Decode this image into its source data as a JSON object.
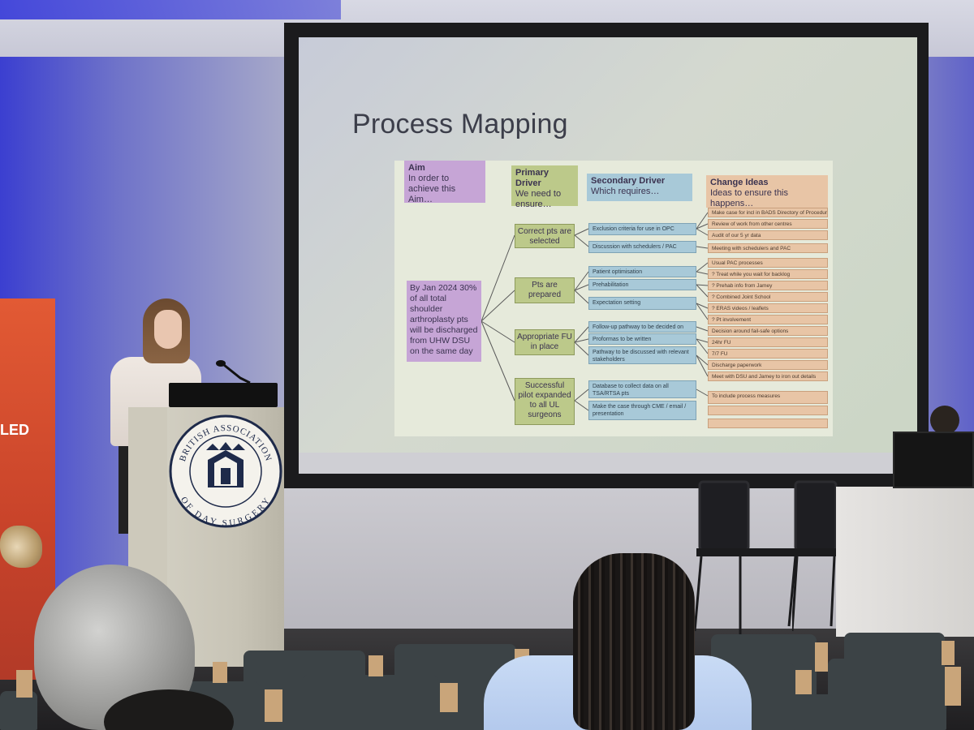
{
  "slide": {
    "title": "Process Mapping",
    "headers": {
      "aim_title": "Aim",
      "aim_text": "In order to achieve this Aim…",
      "primary_title": "Primary Driver",
      "primary_text": "We need to ensure…",
      "secondary_title": "Secondary Driver",
      "secondary_text": "Which requires…",
      "change_title": "Change Ideas",
      "change_text": "Ideas to ensure this happens…"
    },
    "aim": "By Jan 2024 30% of all total shoulder arthroplasty pts will be discharged from UHW DSU on the same day",
    "primary_drivers": [
      "Correct pts are selected",
      "Pts are prepared",
      "Appropriate FU in place",
      "Successful pilot expanded to all UL surgeons"
    ],
    "secondary_drivers": [
      "Exclusion criteria for use in OPC",
      "Discussion with schedulers / PAC",
      "Patient optimisation",
      "Prehabilitation",
      "Expectation setting",
      "Follow-up pathway to be decided on",
      "Proformas to be written",
      "Pathway to be discussed with relevant stakeholders",
      "Database to collect data on all TSA/RTSA pts",
      "Make the case through CME / email / presentation"
    ],
    "change_ideas": [
      "Make case for incl in BADS Directory of Procedures",
      "Review of work from other centres",
      "Audit of our 5 yr data",
      "Meeting with schedulers and PAC",
      "Usual PAC processes",
      "? Treat while you wait for backlog",
      "? Prehab info from Jamey",
      "? Combined Joint School",
      "? ERAS videos / leaflets",
      "? Pt involvement",
      "Decision around fail-safe options",
      "24hr FU",
      "7/7 FU",
      "Discharge paperwork",
      "Meet with DSU and Jamey to iron out details",
      "To include process measures",
      "",
      ""
    ]
  },
  "lectern_logo": {
    "top_text": "BRITISH ASSOCIATION",
    "bottom_text": "OF DAY SURGERY"
  },
  "banner": {
    "text": "LED"
  }
}
